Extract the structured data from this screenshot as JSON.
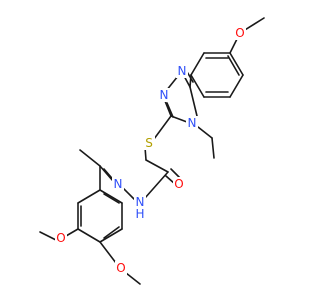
{
  "diagram": {
    "type": "chemical-structure",
    "atom_labels": {
      "o_methoxy_top": "O",
      "n_triazole_1": "N",
      "n_triazole_2": "N",
      "n_triazole_4": "N",
      "s_thioether": "S",
      "o_carbonyl": "O",
      "n_hydrazone": "N",
      "nh_hydrazide": "N",
      "h_hydrazide": "H",
      "o_methoxy_left": "O",
      "o_methoxy_bottom": "O"
    },
    "colors": {
      "bond": "#1a1a1a",
      "oxygen": "#ff0d0d",
      "nitrogen": "#3050f8",
      "sulfur": "#b2a000",
      "hydrogen": "#3050f8"
    }
  }
}
